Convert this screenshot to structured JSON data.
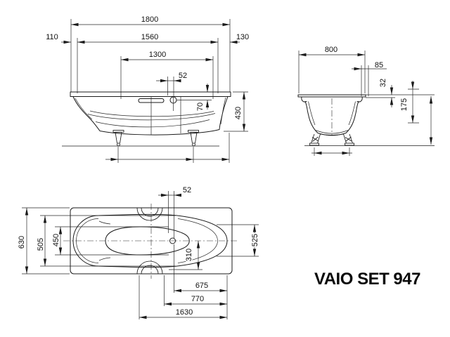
{
  "title": "VAIO SET 947",
  "line_color": "#1b1b1b",
  "views": {
    "side": {
      "name": "side elevation",
      "overall_length": "1800",
      "inner_length": "1560",
      "left_offset": "110",
      "right_offset": "130",
      "floor_length": "1300",
      "overflow_offset": "52",
      "overflow_depth": "70",
      "height": "430"
    },
    "end": {
      "name": "end elevation",
      "overall_width": "800",
      "overflow_side_offset": "85",
      "rim_drop": "32",
      "depth": "175"
    },
    "plan": {
      "name": "plan view",
      "overflow_offset": "52",
      "overall_width": "630",
      "inner_width": "505",
      "floor_width": "450",
      "drain_offset": "310",
      "head_end_width": "525",
      "drain_to_end": "675",
      "grip_to_end": "770",
      "grip_to_end_outer": "1630"
    }
  }
}
